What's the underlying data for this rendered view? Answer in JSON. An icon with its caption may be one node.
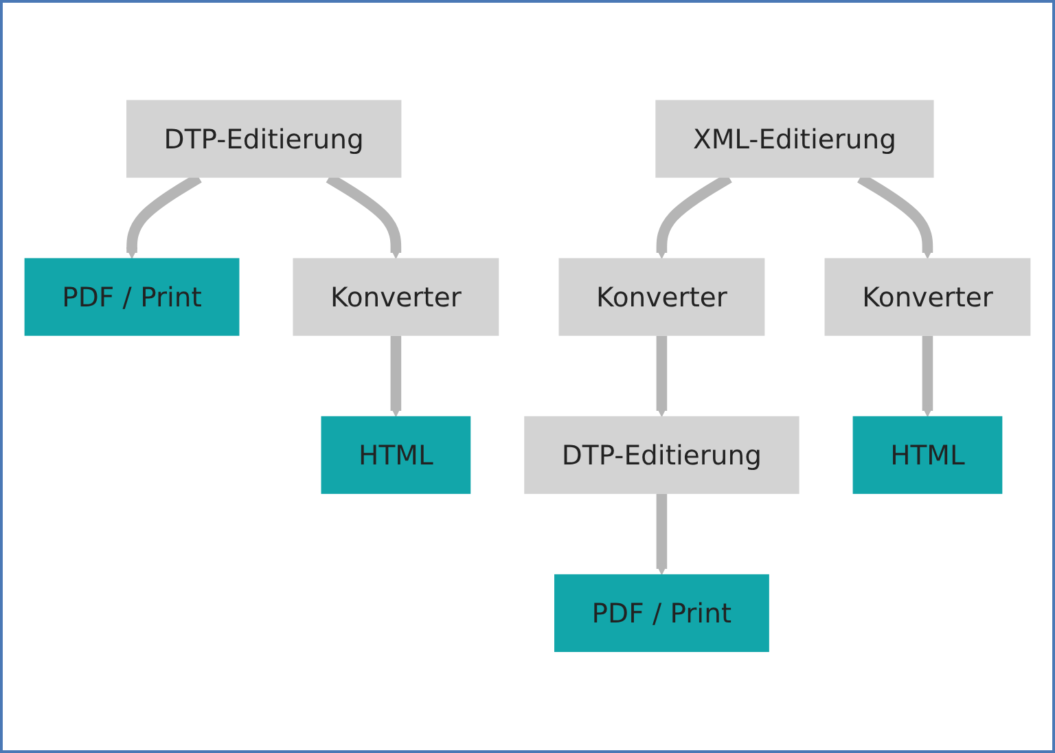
{
  "diagram": {
    "nodes": [
      {
        "text": [
          "DTP-Editierung"
        ]
      },
      {
        "text": [
          "XML-Editierung"
        ]
      },
      {
        "text": [
          "PDF / Print"
        ]
      },
      {
        "text": [
          "Konverter"
        ]
      },
      {
        "text": [
          "Konverter"
        ]
      },
      {
        "text": [
          "Konverter"
        ]
      },
      {
        "text": [
          "HTML"
        ]
      },
      {
        "text": [
          "DTP-Editierung"
        ]
      },
      {
        "text": [
          "HTML"
        ]
      },
      {
        "text": [
          "PDF / Print"
        ]
      }
    ],
    "edges": [
      {
        "from": 0,
        "to": 2,
        "arrow": "to"
      },
      {
        "from": 0,
        "to": 3,
        "arrow": "to"
      },
      {
        "from": 3,
        "to": 6,
        "arrow": "to"
      },
      {
        "from": 1,
        "to": 4,
        "arrow": "to"
      },
      {
        "from": 1,
        "to": 5,
        "arrow": "to"
      },
      {
        "from": 4,
        "to": 7,
        "arrow": "to"
      },
      {
        "from": 5,
        "to": 8,
        "arrow": "to"
      },
      {
        "from": 7,
        "to": 9,
        "arrow": "to"
      }
    ]
  }
}
